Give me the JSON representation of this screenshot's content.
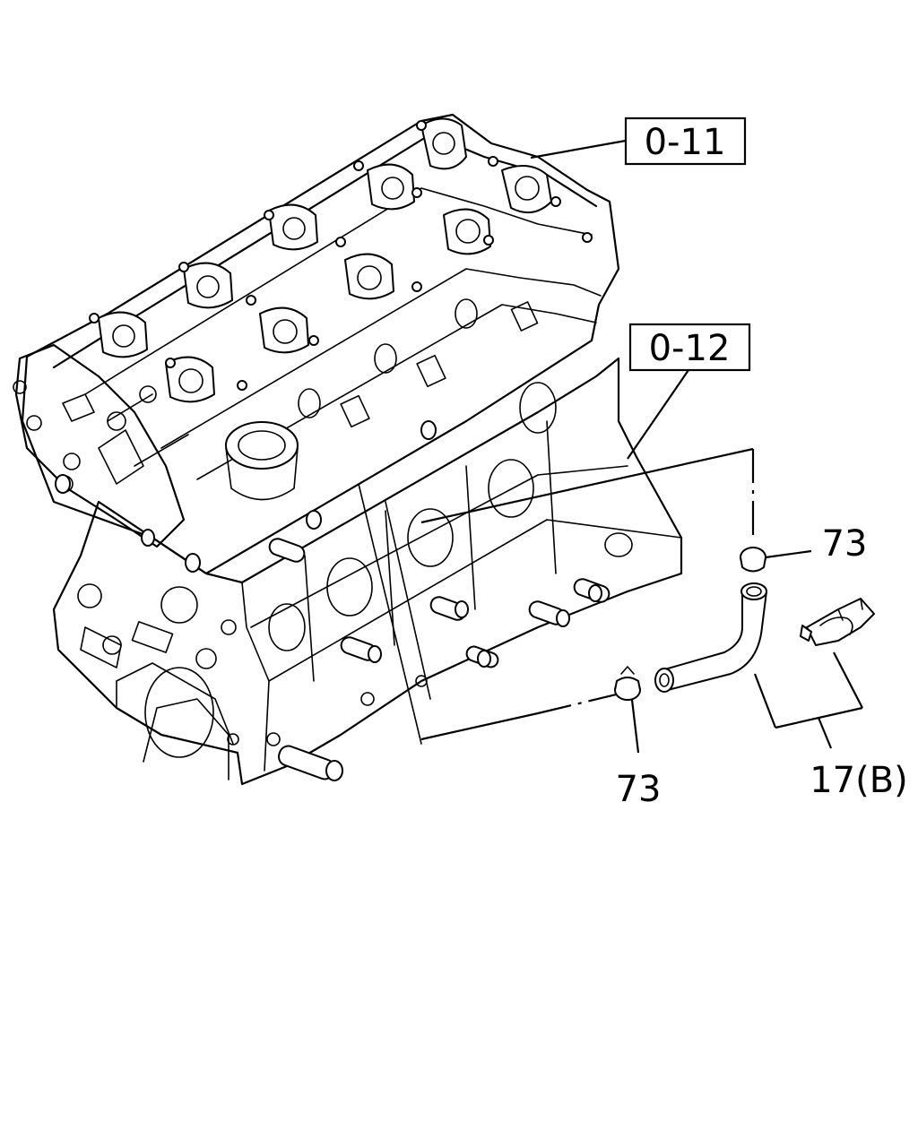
{
  "diagram": {
    "references": [
      {
        "id": "ref-upper",
        "text": "0-11"
      },
      {
        "id": "ref-lower",
        "text": "0-12"
      }
    ],
    "callouts": [
      {
        "id": "callout-73-upper",
        "text": "73"
      },
      {
        "id": "callout-73-lower",
        "text": "73"
      },
      {
        "id": "callout-17b",
        "text": "17(B)"
      }
    ]
  }
}
